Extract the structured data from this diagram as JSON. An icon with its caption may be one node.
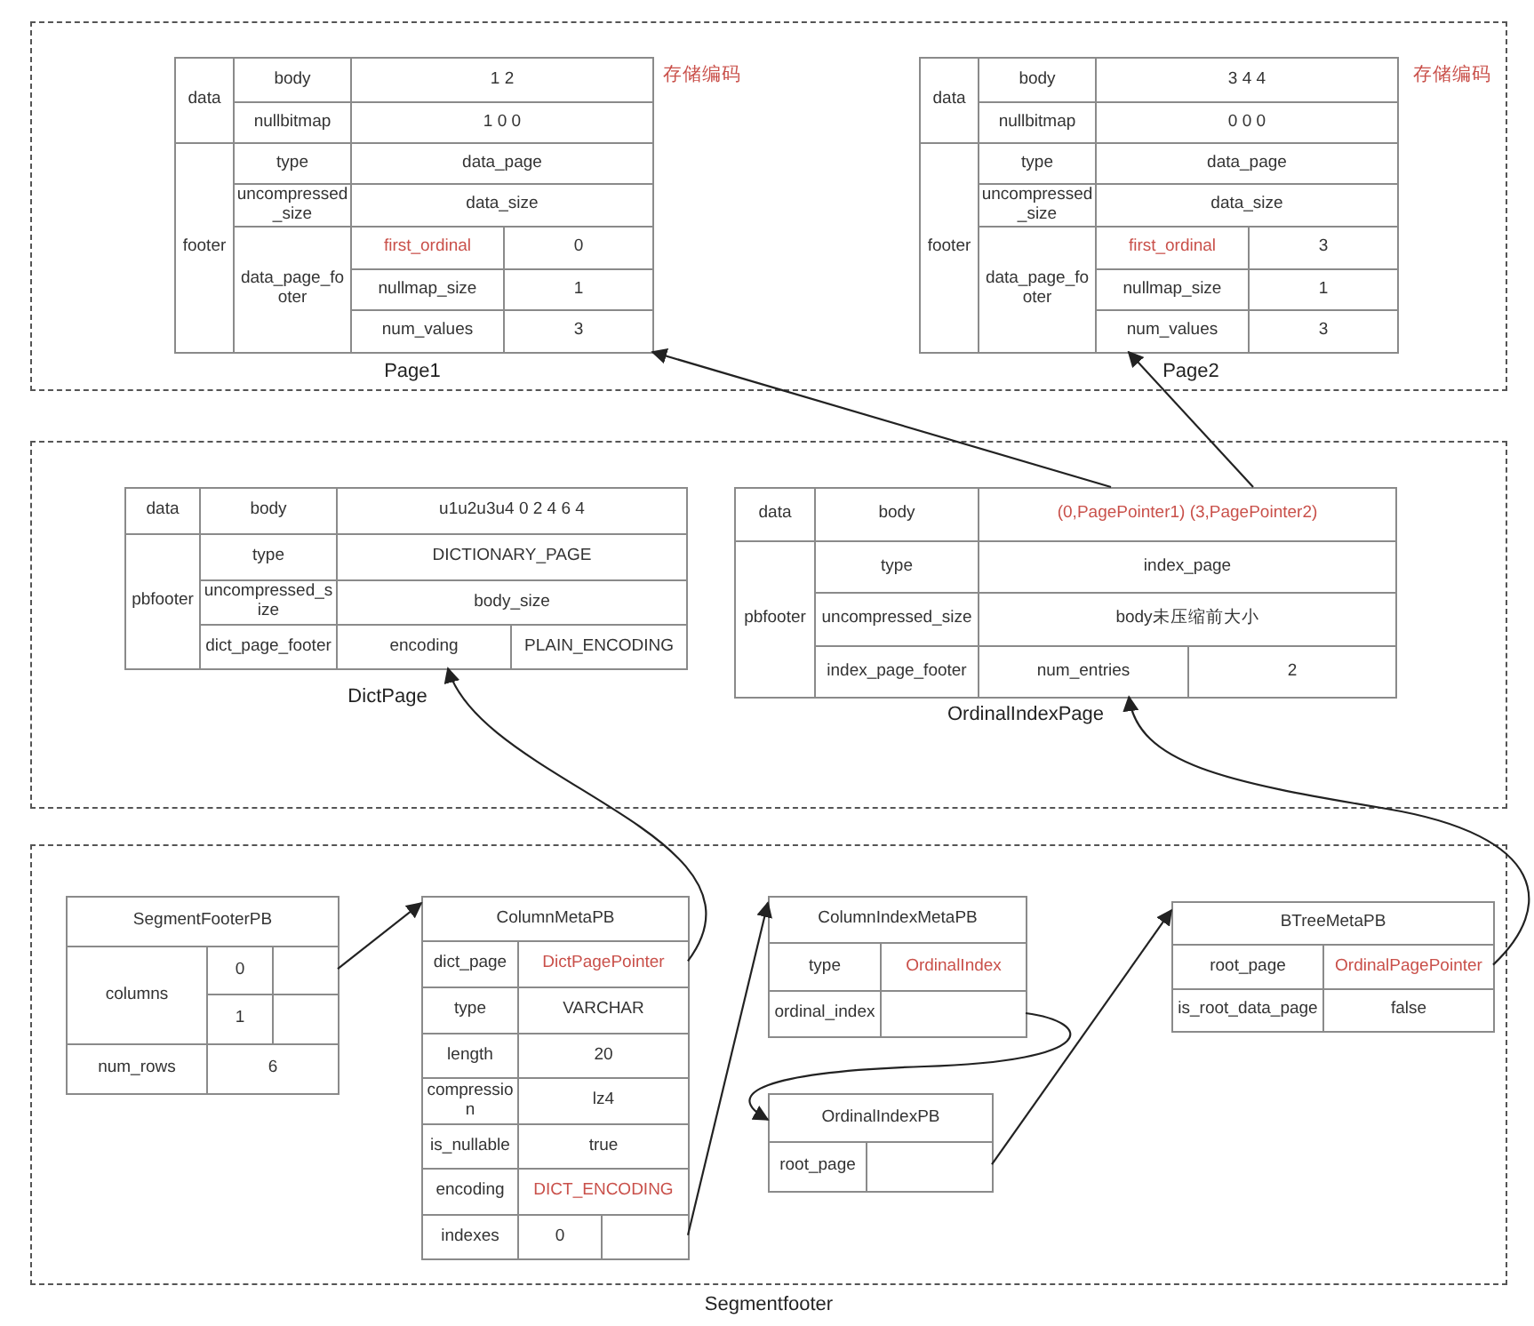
{
  "diagram": {
    "nodes": [
      {
        "text": [],
        "shape": "box"
      },
      {
        "text": [
          "data",
          "body",
          "1 2",
          "nullbitmap",
          "1 0 0",
          "footer",
          "type",
          "data_page",
          "uncompressed_size",
          "data_size",
          "data_page_footer",
          "first_ordinal",
          "0",
          "nullmap_size",
          "1",
          "num_values",
          "3"
        ],
        "in": 0,
        "beside": [
          "存储编码",
          "Page1"
        ]
      },
      {
        "text": [
          "data",
          "body",
          "3 4 4",
          "nullbitmap",
          "0 0 0",
          "footer",
          "type",
          "data_page",
          "uncompressed_size",
          "data_size",
          "data_page_footer",
          "first_ordinal",
          "3",
          "nullmap_size",
          "1",
          "num_values",
          "3"
        ],
        "in": 0,
        "beside": [
          "存储编码",
          "Page2"
        ]
      },
      {
        "text": [],
        "shape": "box"
      },
      {
        "text": [
          "data",
          "body",
          "u1u2u3u4 0 2 4 6 4",
          "pbfooter",
          "type",
          "DICTIONARY_PAGE",
          "uncompressed_size",
          "body_size",
          "dict_page_footer",
          "encoding",
          "PLAIN_ENCODING"
        ],
        "in": 3,
        "beside": [
          "DictPage"
        ]
      },
      {
        "text": [
          "data",
          "body",
          "(0,PagePointer1) (3,PagePointer2)",
          "pbfooter",
          "type",
          "index_page",
          "uncompressed_size",
          "body未压缩前大小",
          "index_page_footer",
          "num_entries",
          "2"
        ],
        "in": 3,
        "beside": [
          "OrdinalIndexPage"
        ]
      },
      {
        "text": [
          "Segmentfooter"
        ]
      },
      {
        "text": [
          "SegmentFooterPB",
          "columns",
          "0",
          "1",
          "num_rows",
          "6"
        ],
        "in": 6
      },
      {
        "text": [
          "ColumnMetaPB",
          "dict_page",
          "DictPagePointer",
          "type",
          "VARCHAR",
          "length",
          "20",
          "compression",
          "lz4",
          "is_nullable",
          "true",
          "encoding",
          "DICT_ENCODING",
          "indexes",
          "0"
        ],
        "in": 6
      },
      {
        "text": [
          "ColumnIndexMetaPB",
          "type",
          "OrdinalIndex",
          "ordinal_index"
        ],
        "in": 6
      },
      {
        "text": [
          "OrdinalIndexPB",
          "root_page"
        ],
        "in": 6
      },
      {
        "text": [
          "BTreeMetaPB",
          "root_page",
          "OrdinalPagePointer",
          "is_root_data_page",
          "false"
        ],
        "in": 6
      }
    ],
    "edges": [
      {
        "from": 5,
        "to": 1,
        "arrow": "to"
      },
      {
        "from": 5,
        "to": 2,
        "arrow": "to"
      },
      {
        "from": 7,
        "to": 8,
        "arrow": "to"
      },
      {
        "from": 8,
        "to": 4,
        "arrow": "to"
      },
      {
        "from": 8,
        "to": 9,
        "arrow": "to"
      },
      {
        "from": 9,
        "to": 10,
        "arrow": "to"
      },
      {
        "from": 10,
        "to": 11,
        "arrow": "to"
      },
      {
        "from": 11,
        "to": 5,
        "arrow": "to"
      }
    ]
  }
}
